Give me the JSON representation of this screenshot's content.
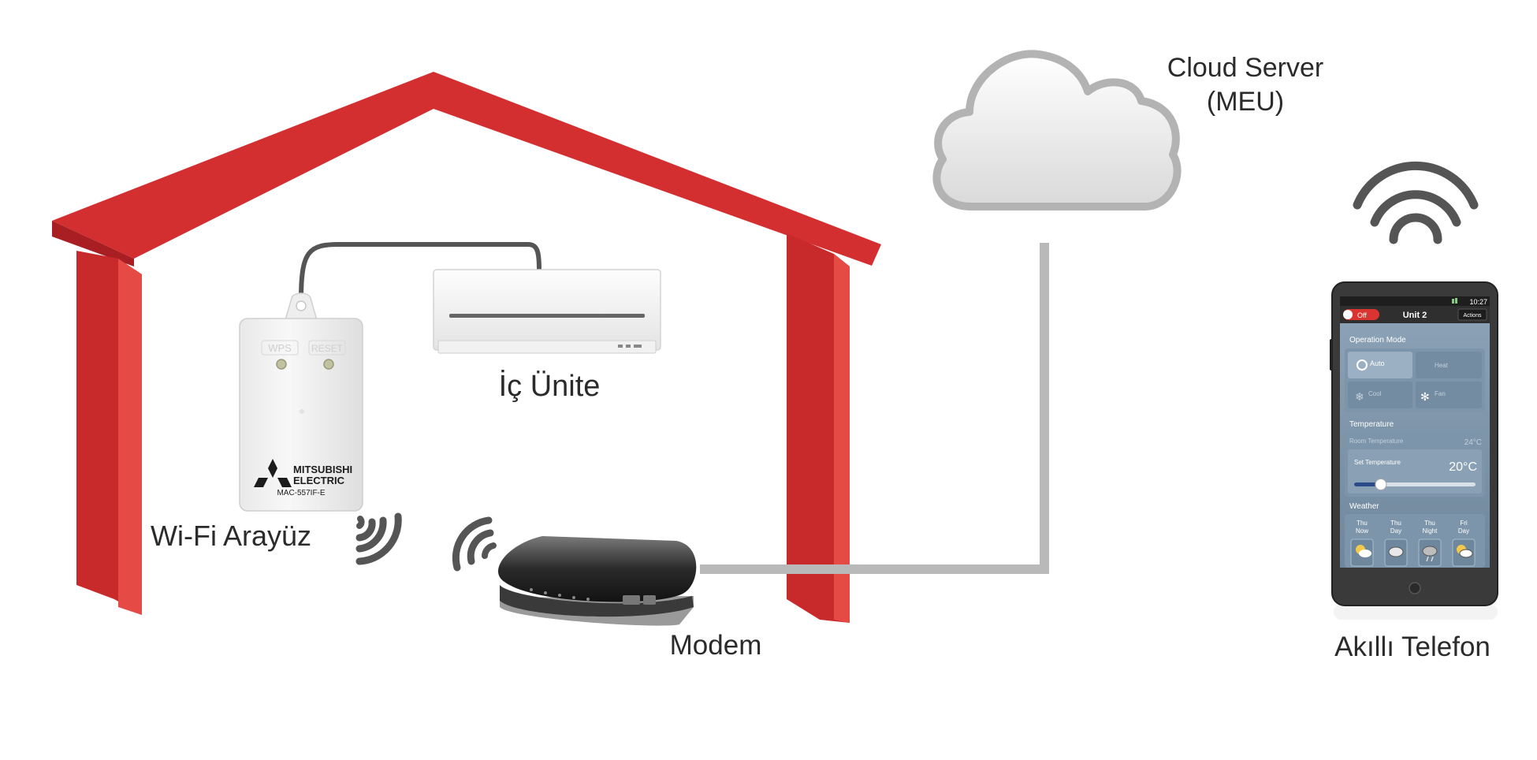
{
  "labels": {
    "cloud_line1": "Cloud Server",
    "cloud_line2": "(MEU)",
    "indoor_unit": "İç Ünite",
    "wifi_interface": "Wi-Fi Arayüz",
    "modem": "Modem",
    "smartphone": "Akıllı Telefon"
  },
  "adapter": {
    "btn_wps": "WPS",
    "btn_reset": "RESET",
    "brand_line1": "MITSUBISHI",
    "brand_line2": "ELECTRIC",
    "model": "MAC-557IF-E"
  },
  "phone": {
    "status_time": "10:27",
    "toggle_label": "Off",
    "unit_title": "Unit 2",
    "actions_label": "Actions",
    "operation_mode": {
      "title": "Operation Mode",
      "modes": [
        "Auto",
        "Heat",
        "Cool",
        "Fan"
      ]
    },
    "temperature": {
      "title": "Temperature",
      "room_label": "Room Temperature",
      "room_value": "24°C",
      "set_label": "Set Temperature",
      "set_value": "20°C",
      "slider_level": 0.22
    },
    "weather": {
      "title": "Weather",
      "days": [
        {
          "d1": "Thu",
          "d2": "Now"
        },
        {
          "d1": "Thu",
          "d2": "Day"
        },
        {
          "d1": "Thu",
          "d2": "Night"
        },
        {
          "d1": "Fri",
          "d2": "Day"
        }
      ]
    }
  },
  "colors": {
    "house": "#d42f30",
    "house_dark": "#a81e22",
    "cable": "#b9b9b9",
    "cloud_stroke": "#b3b3b3",
    "wifi_waves": "#555555",
    "label_text": "#2b2b2b"
  }
}
